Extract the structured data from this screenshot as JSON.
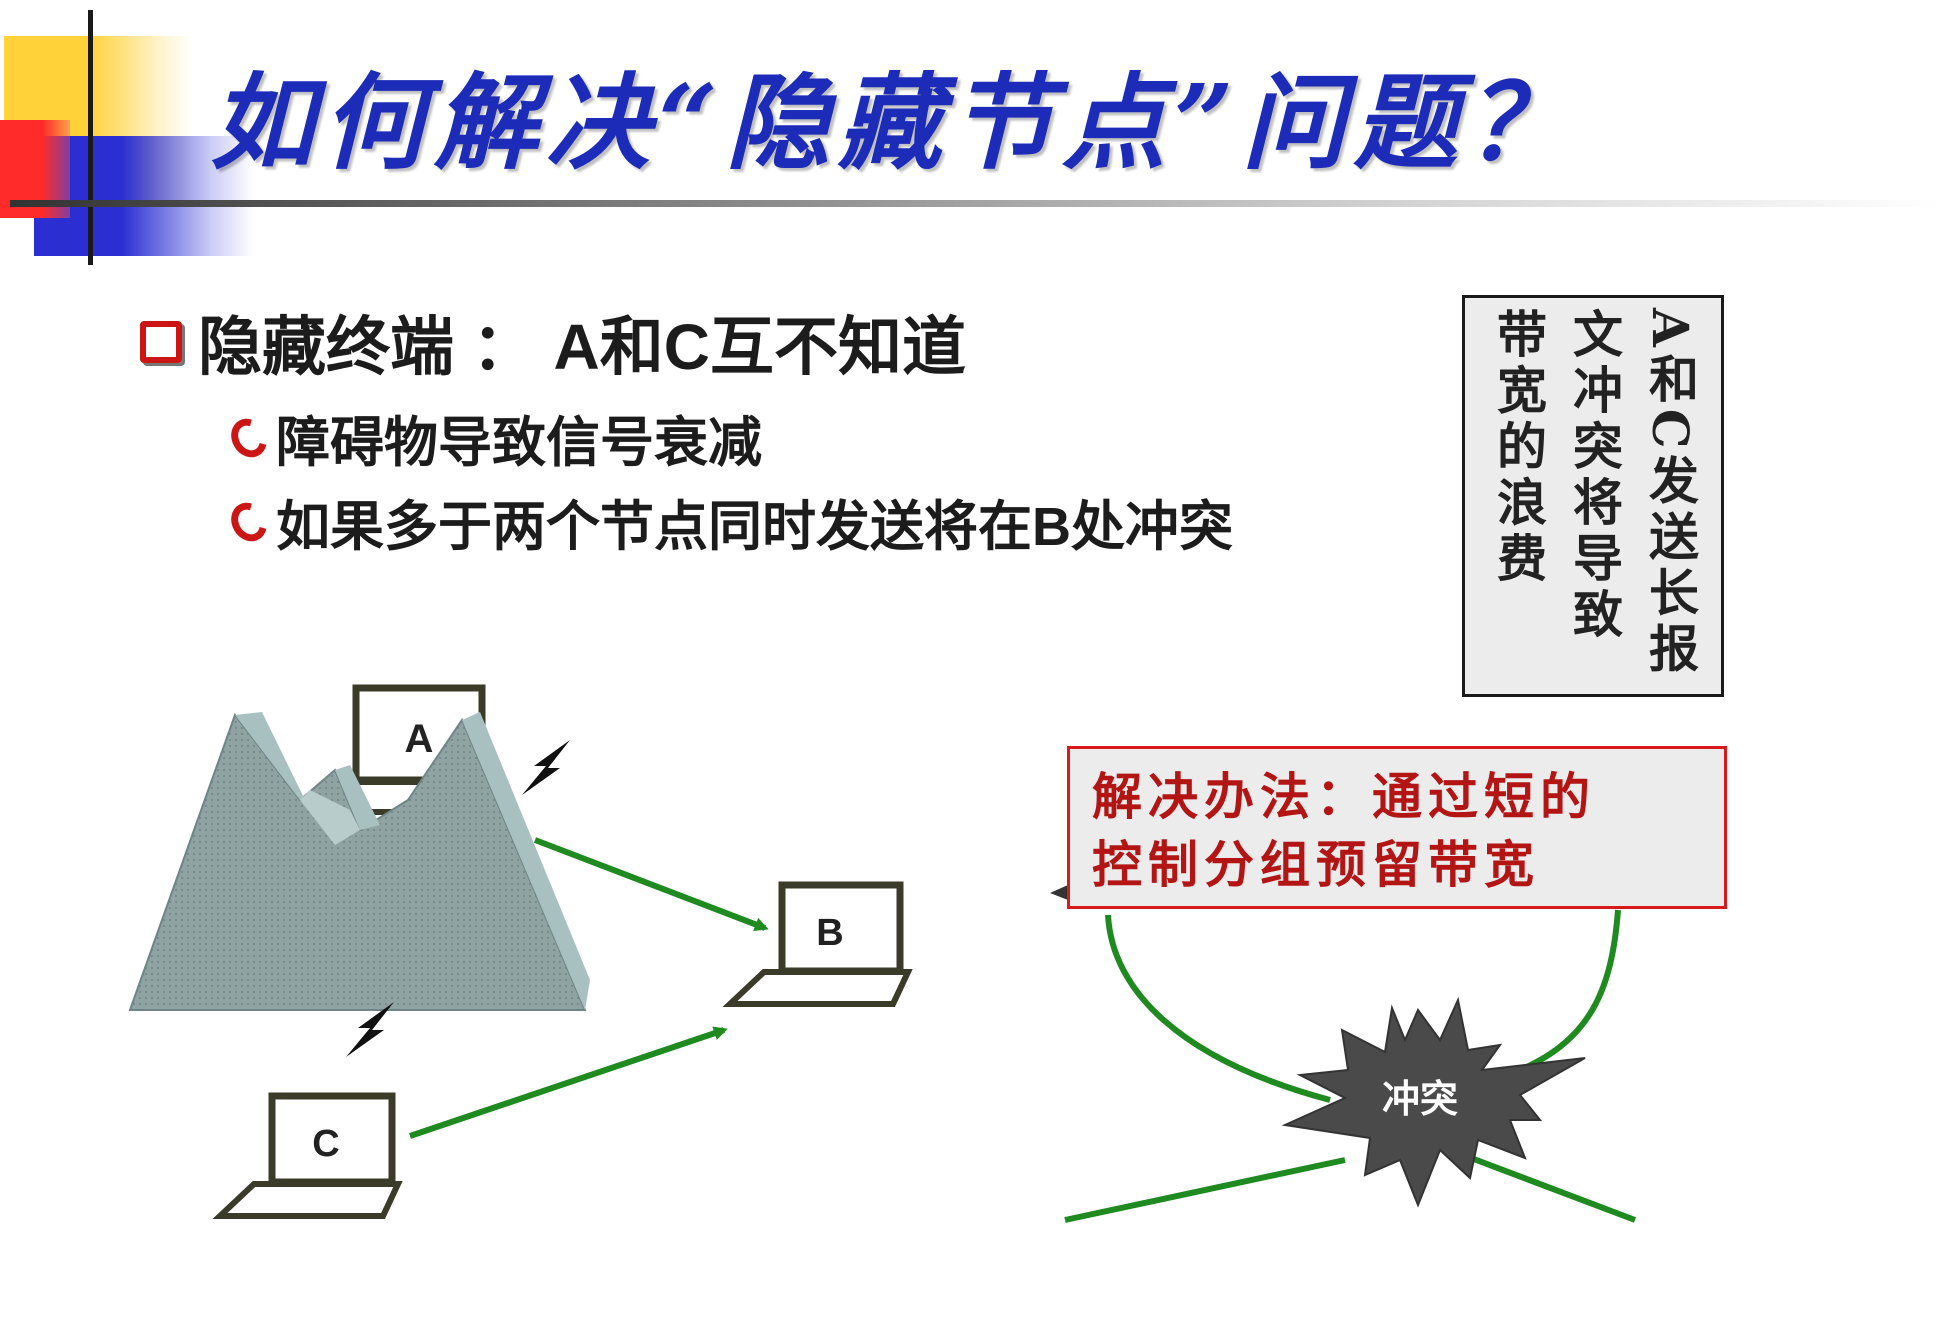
{
  "title": "如何解决“隐藏节点”问题？",
  "bullets": {
    "main": "隐藏终端 ： A和C互不知道",
    "sub": [
      "障碍物导致信号衰减",
      "如果多于两个节点同时发送将在B处冲突"
    ]
  },
  "side_note": {
    "columns": [
      "A和C发送长报",
      "文冲突将导致",
      "带宽的浪费"
    ]
  },
  "solution": {
    "lines": [
      "解决办法：通过短的",
      "控制分组预留带宽"
    ]
  },
  "diagram": {
    "nodes": {
      "a": "A",
      "b": "B",
      "c": "C"
    },
    "collision_label": "冲突",
    "colors": {
      "arrow": "#1f8a1f",
      "mountain": "#8fa8a8",
      "laptop": "#3b3b2a",
      "burst": "#4a4a4a"
    }
  }
}
